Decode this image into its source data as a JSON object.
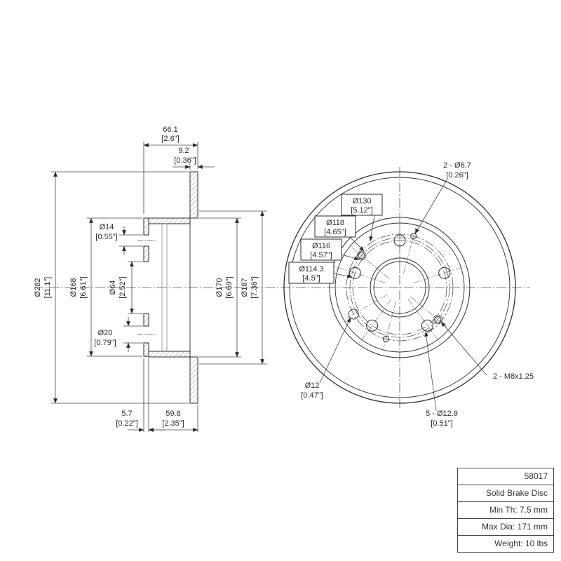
{
  "title_block": {
    "part_number": "58017",
    "part_type": "Solid Brake Disc",
    "min_th": "Min Th: 7.5 mm",
    "max_dia": "Max Dia: 171 mm",
    "weight": "Weight: 10 lbs"
  },
  "section_view": {
    "dims": {
      "width_total": {
        "mm": "66.1",
        "inch": "[2.6\"]"
      },
      "plate_thickness": {
        "mm": "9.2",
        "inch": "[0.36\"]"
      },
      "hole_top": {
        "mm": "Ø14",
        "inch": "[0.55\"]"
      },
      "outer_dia": {
        "mm": "Ø282",
        "inch": "[11.1\"]"
      },
      "flange_dia": {
        "mm": "Ø168",
        "inch": "[6.61\"]"
      },
      "bore_dia": {
        "mm": "Ø64",
        "inch": "[2.52\"]"
      },
      "hole_bottom": {
        "mm": "Ø20",
        "inch": "[0.79\"]"
      },
      "friction_inner_dia": {
        "mm": "Ø170",
        "inch": "[6.69\"]"
      },
      "friction_outer_dia": {
        "mm": "Ø187",
        "inch": "[7.36\"]"
      },
      "hat_thickness": {
        "mm": "5.7",
        "inch": "[0.22\"]"
      },
      "hat_depth": {
        "mm": "59.8",
        "inch": "[2.35\"]"
      }
    }
  },
  "front_view": {
    "callouts": {
      "screw_holes": {
        "line1": "2 - Ø6.7",
        "line2": "[0.26\"]"
      },
      "bcd_130": {
        "line1": "Ø130",
        "line2": "[5.12\"]"
      },
      "bcd_118": {
        "line1": "Ø118",
        "line2": "[4.65\"]"
      },
      "bcd_116": {
        "line1": "Ø116",
        "line2": "[4.57\"]"
      },
      "bcd_114_3": {
        "line1": "Ø114.3",
        "line2": "[4.5\"]"
      },
      "hole_12": {
        "line1": "Ø12",
        "line2": "[0.47\"]"
      },
      "thread_m8": {
        "line1": "2 - M8x1.25"
      },
      "lug_holes": {
        "line1": "5 - Ø12.9",
        "line2": "[0.51\"]"
      }
    }
  },
  "colors": {
    "line": "#2b2b2b",
    "text": "#333333",
    "background": "#ffffff"
  }
}
